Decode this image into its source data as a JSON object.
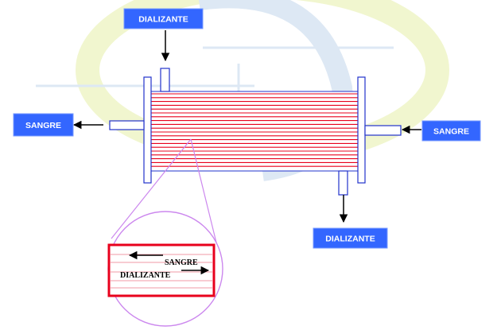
{
  "labels": {
    "dializante_in": "DIALIZANTE",
    "dializante_out": "DIALIZANTE",
    "sangre_out": "SANGRE",
    "sangre_in": "SANGRE",
    "zoom_sangre": "SANGRE",
    "zoom_dializante": "DIALIZANTE"
  },
  "colors": {
    "label_box": "#3366ff",
    "fiber": "#e8001c",
    "magnifier": "#cc88ee",
    "watermark_green": "#f0f5cc",
    "watermark_blue": "#dbe6f3",
    "frame": "#2233cc"
  }
}
